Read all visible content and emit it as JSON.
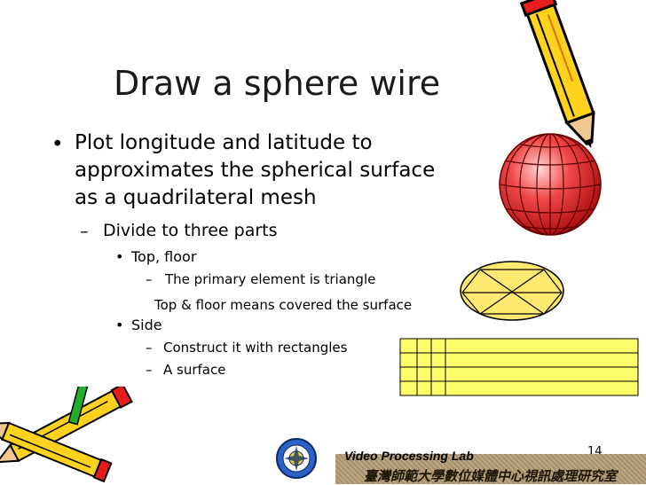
{
  "slide": {
    "title": "Draw a sphere wire",
    "bullets": {
      "b1_line1": "Plot longitude and latitude to",
      "b1_line2": "approximates the spherical surface",
      "b1_line3": "as a quadrilateral mesh",
      "b2": "Divide to three parts",
      "b3_top": "Top, floor",
      "b4_triangle": "The primary element is triangle",
      "note_cover": "Top & floor means covered the surface",
      "b3_side": "Side",
      "b4_rect": "Construct it with rectangles",
      "b4_surface": "A surface"
    },
    "markers": {
      "bullet": "•",
      "dash": "–"
    },
    "page_number": "14",
    "footer": {
      "lab": "Video Processing Lab",
      "institution": "臺灣師範大學數位媒體中心視訊處理研究室"
    }
  },
  "colors": {
    "sphere_fill": "#f04848",
    "disc_fill": "#ffe970",
    "grid_fill": "#ffff6a",
    "band": "#b49a72",
    "pencil_body": "#ffd21e"
  }
}
